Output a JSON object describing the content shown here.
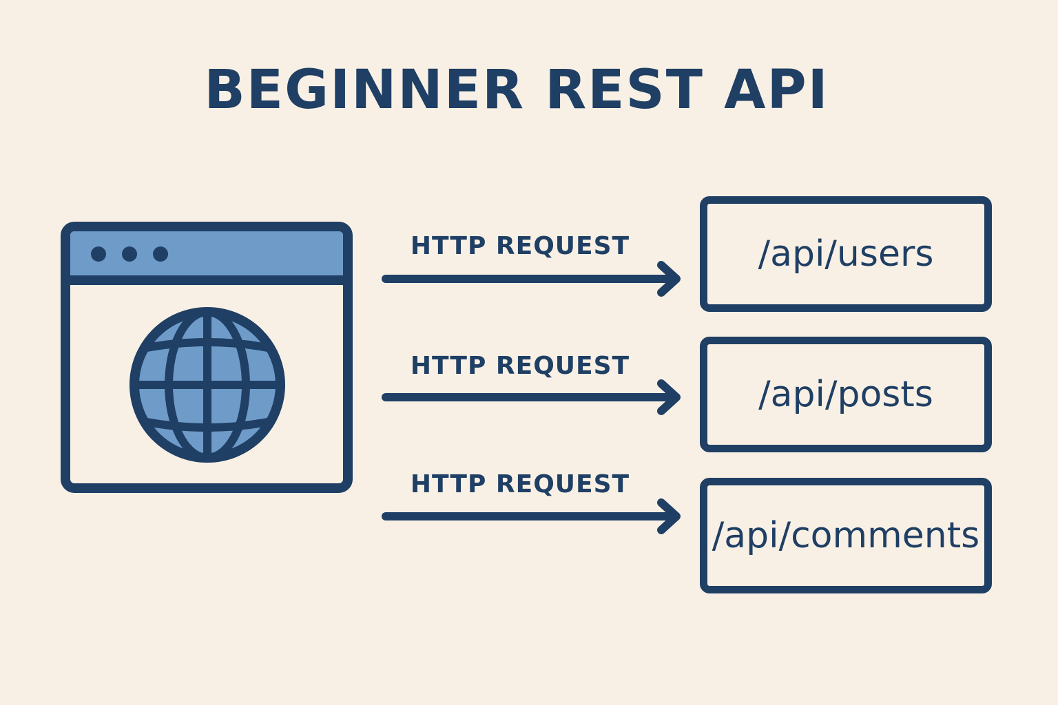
{
  "title": "BEGINNER REST API",
  "colors": {
    "background": "#f9f0e5",
    "navy": "#1f3f64",
    "blue": "#6f9bc9"
  },
  "client": {
    "icon": "browser-globe-icon"
  },
  "requests": [
    {
      "label": "HTTP REQUEST",
      "endpoint": "/api/users"
    },
    {
      "label": "HTTP REQUEST",
      "endpoint": "/api/posts"
    },
    {
      "label": "HTTP REQUEST",
      "endpoint": "/api/comments"
    }
  ]
}
